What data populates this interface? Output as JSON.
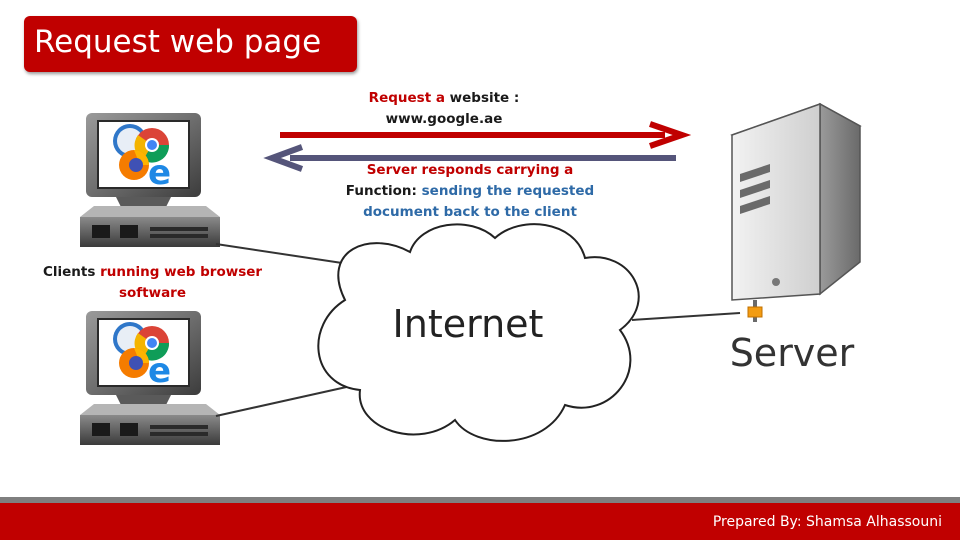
{
  "title": "Request web page",
  "request_label": {
    "line1_a": "Request a",
    "line1_b": " website :",
    "line2": "www.google.ae"
  },
  "response_label": {
    "line1": "Server responds carrying a",
    "line2_a": "Function: ",
    "line2_b": "sending the requested",
    "line3": "document back to the client"
  },
  "clients_label": {
    "line1_a": "Clients ",
    "line1_b": "running web browser",
    "line2": "software"
  },
  "internet_label": "Internet",
  "server_label": "Server",
  "footer": "Prepared By: Shamsa Alhassouni",
  "colors": {
    "accent_red": "#c00000",
    "function_blue": "#2e6aa7",
    "response_arrow": "#55557a"
  },
  "icons": [
    "client-computer-icon",
    "browser-logos-icon",
    "server-tower-icon",
    "internet-cloud-icon"
  ]
}
